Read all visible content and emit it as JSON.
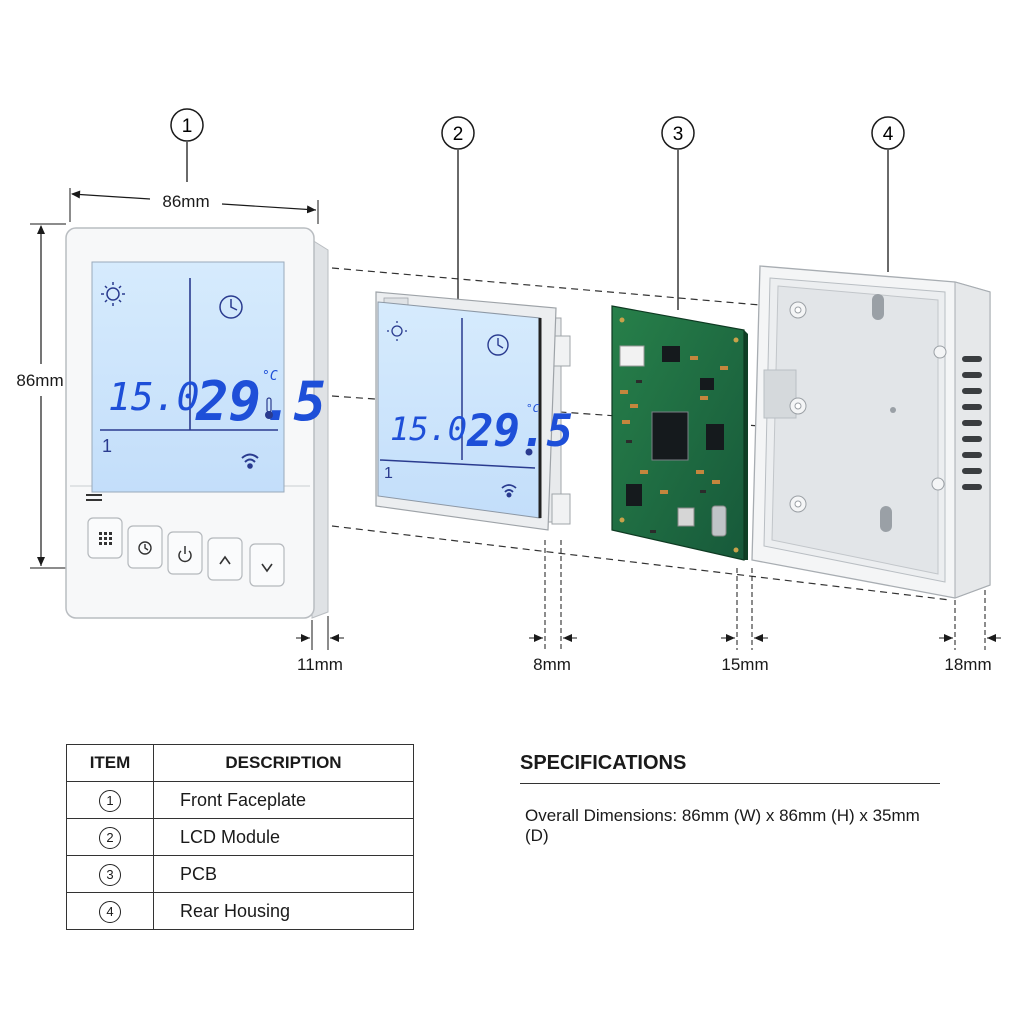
{
  "callouts": [
    "1",
    "2",
    "3",
    "4"
  ],
  "dimensions": {
    "width": "86mm",
    "height": "86mm",
    "faceplate_depth": "11mm",
    "lcd_depth": "8mm",
    "pcb_depth": "15mm",
    "housing_depth": "18mm"
  },
  "faceplate": {
    "set_temp": "15.0",
    "room_temp": "29.5",
    "unit": "°C",
    "program": "1",
    "icons": [
      "sun-icon",
      "clock-icon",
      "thermometer-icon",
      "wifi-icon",
      "menu-icon"
    ],
    "buttons": [
      "grid-icon",
      "clock-icon",
      "power-icon",
      "up-arrow-icon",
      "down-arrow-icon"
    ]
  },
  "lcd_module": {
    "set_temp": "15.0",
    "room_temp": "29.5",
    "unit": "°C",
    "program": "1"
  },
  "table": {
    "headers": [
      "ITEM",
      "DESCRIPTION"
    ],
    "rows": [
      {
        "item": "1",
        "description": "Front Faceplate"
      },
      {
        "item": "2",
        "description": "LCD Module"
      },
      {
        "item": "3",
        "description": "PCB"
      },
      {
        "item": "4",
        "description": "Rear Housing"
      }
    ]
  },
  "specifications": {
    "title": "SPECIFICATIONS",
    "overall": "Overall Dimensions: 86mm (W) x 86mm (H) x 35mm (D)"
  },
  "colors": {
    "lcd_backlight": "#cfe6fb",
    "lcd_digits": "#1e4fd8",
    "pcb_green": "#1f6b3a",
    "housing": "#f4f5f6"
  }
}
